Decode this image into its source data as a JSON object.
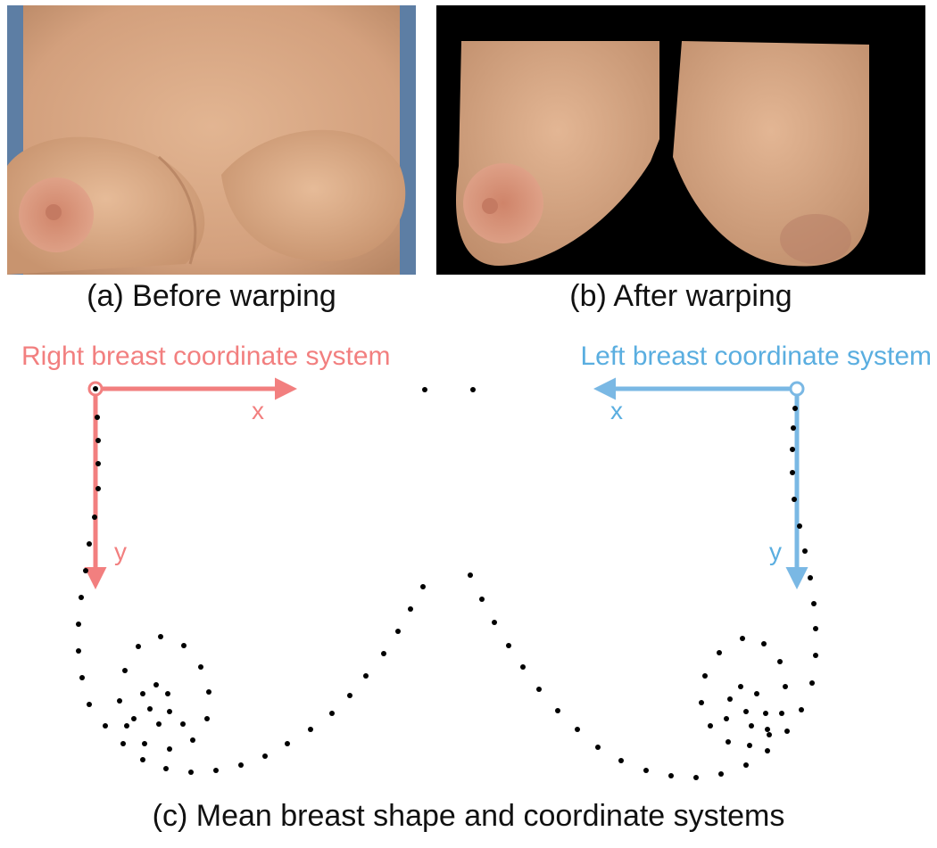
{
  "captions": {
    "a": "(a) Before warping",
    "b": "(b) After warping",
    "c": "(c) Mean breast shape and coordinate systems"
  },
  "coordinate_systems": {
    "right": {
      "title": "Right breast coordinate system",
      "x_label": "x",
      "y_label": "y",
      "color": "#f27f7f"
    },
    "left": {
      "title": "Left breast coordinate system",
      "x_label": "x",
      "y_label": "y",
      "color": "#5aaee0"
    }
  },
  "colors": {
    "skin": "#d9a885",
    "skin_shadow": "#c0906c",
    "areola": "#d58b70",
    "drape": "#6f8fb4",
    "landmark": "#000000"
  }
}
